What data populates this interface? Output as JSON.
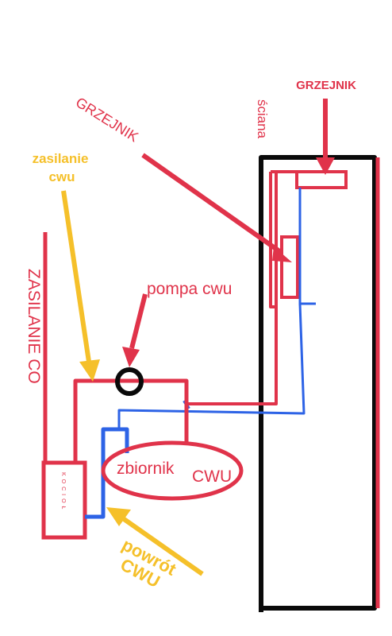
{
  "colors": {
    "red": "#e0334a",
    "blue": "#2d63e6",
    "yellow": "#f5c02a",
    "black": "#0a0a0a"
  },
  "labels": {
    "grzejnik_top": "GRZEJNIK",
    "grzejnik_diag": "GRZEJNIK",
    "sciana": "ściana",
    "zasilanie_cwu_line1": "zasilanie",
    "zasilanie_cwu_line2": "cwu",
    "zasilanie_co": "ZASILANIE CO",
    "pompa_cwu": "pompa cwu",
    "zbiornik": "zbiornik",
    "cwu": "CWU",
    "kociol": "KOCIOŁ",
    "powrot_line1": "powrót",
    "powrot_line2": "CWU"
  }
}
